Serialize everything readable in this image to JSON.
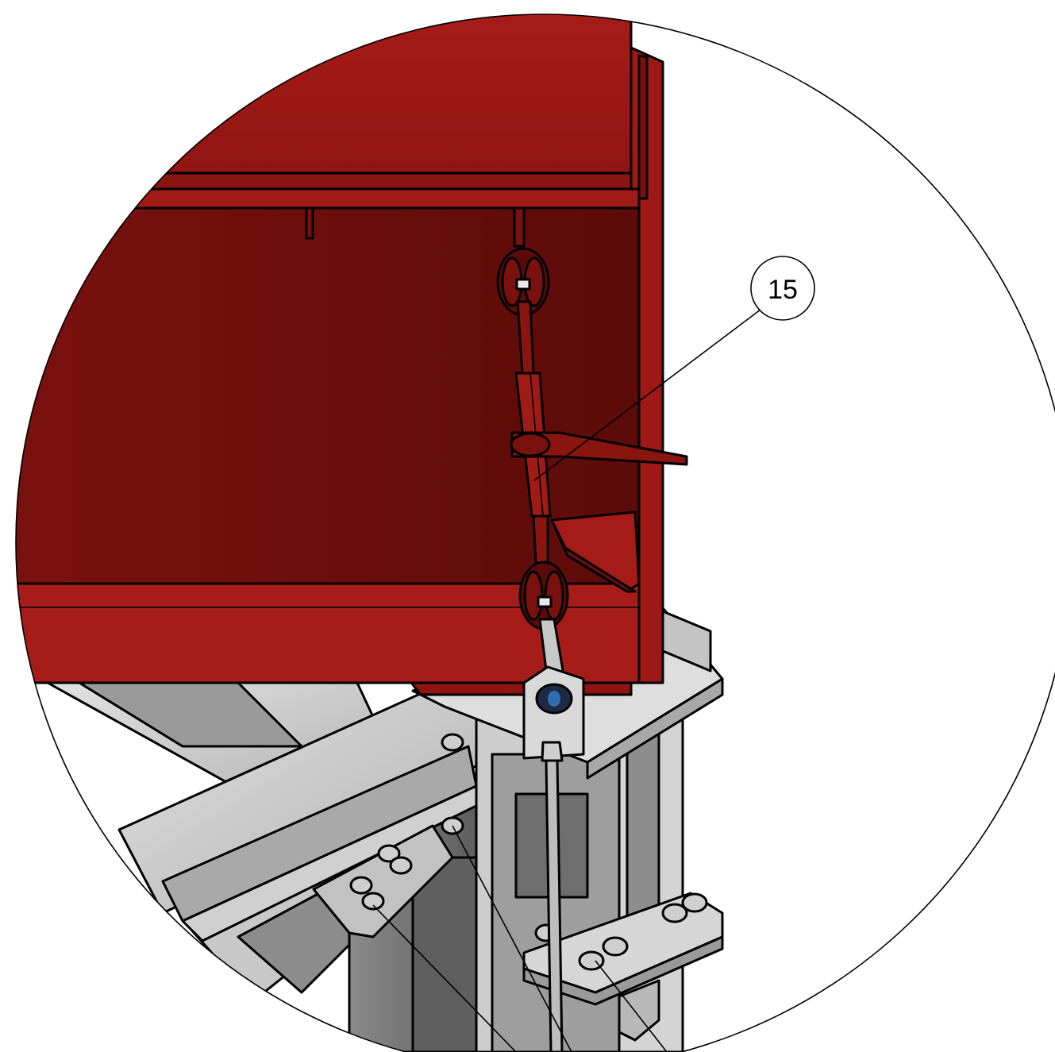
{
  "drawing": {
    "type": "detail-view",
    "balloons": [
      {
        "id": "balloon-15",
        "label": "15"
      }
    ]
  },
  "colors": {
    "red_light": "#a41b17",
    "red_dark": "#6b0f0c",
    "steel_light": "#d8d8d8",
    "steel_mid": "#b4b4b4",
    "steel_dark": "#7a7a7a",
    "outline": "#000000",
    "background": "#ffffff"
  }
}
